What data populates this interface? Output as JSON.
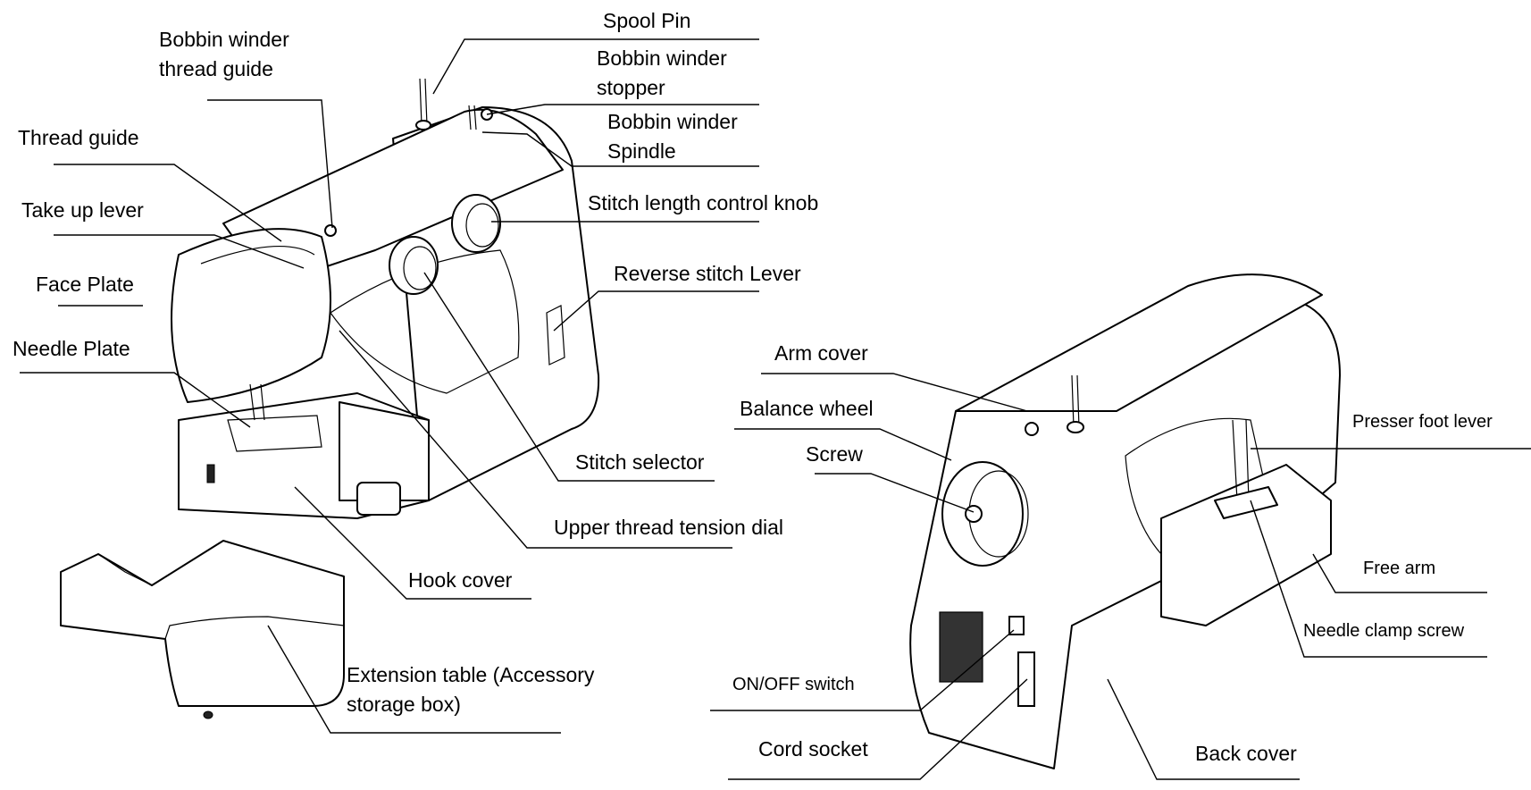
{
  "labels": {
    "spool_pin": "Spool Pin",
    "bobbin_winder_thread_guide": [
      "Bobbin winder",
      "thread guide"
    ],
    "bobbin_winder_stopper": [
      "Bobbin winder",
      "stopper"
    ],
    "bobbin_winder_spindle": [
      "Bobbin winder",
      "Spindle"
    ],
    "thread_guide": "Thread guide",
    "stitch_length_control_knob": "Stitch length control knob",
    "take_up_lever": "Take up lever",
    "reverse_stitch_lever": "Reverse stitch Lever",
    "face_plate": "Face Plate",
    "needle_plate": "Needle Plate",
    "stitch_selector": "Stitch selector",
    "upper_thread_tension_dial": "Upper thread tension dial",
    "hook_cover": "Hook cover",
    "extension_table": [
      "Extension table (Accessory",
      "storage box)"
    ],
    "arm_cover": "Arm cover",
    "balance_wheel": "Balance wheel",
    "screw": "Screw",
    "presser_foot_lever": "Presser foot lever",
    "free_arm": "Free arm",
    "needle_clamp_screw": "Needle clamp screw",
    "on_off_switch": "ON/OFF switch",
    "cord_socket": "Cord socket",
    "back_cover": "Back cover"
  }
}
